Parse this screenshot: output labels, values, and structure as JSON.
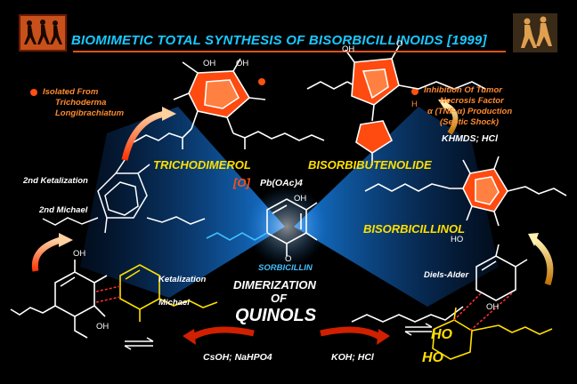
{
  "title": "BIOMIMETIC TOTAL SYNTHESIS OF BISORBICILLINOIDS [1999]",
  "notes": {
    "isolated": [
      "Isolated From",
      "Trichoderma",
      "Longibrachiatum"
    ],
    "inhibition": [
      "Inhibition Of Tumor",
      "Necrosis Factor",
      "α (TNF-α) Production",
      "(Septic Shock)"
    ]
  },
  "compounds": {
    "trichodimerol": "TRICHODIMEROL",
    "bisorbibutenolide": "BISORBIBUTENOLIDE",
    "bisorbicillinol": "BISORBICILLINOL",
    "sorbicillin": "SORBICILLIN"
  },
  "steps": {
    "ketalization2": "2nd Ketalization",
    "michael2": "2nd Michael",
    "ketalization": "Ketalization",
    "michael": "Michael",
    "diels_alder": "Diels-Alder"
  },
  "reagents": {
    "oxid": "[O]",
    "pb": "Pb(OAc)4",
    "khmds": "KHMDS; HCl",
    "csoh": "CsOH; NaHPO4",
    "koh": "KOH; HCl"
  },
  "center": {
    "line1": "DIMERIZATION",
    "line2": "OF",
    "line3": "QUINOLS"
  },
  "atoms": {
    "oh": "OH",
    "ho": "HO",
    "o": "O",
    "h": "H"
  },
  "colors": {
    "title": "#18c8ff",
    "accent": "#ff5010",
    "yellow": "#ffe000",
    "beam": "#1a8fff"
  }
}
